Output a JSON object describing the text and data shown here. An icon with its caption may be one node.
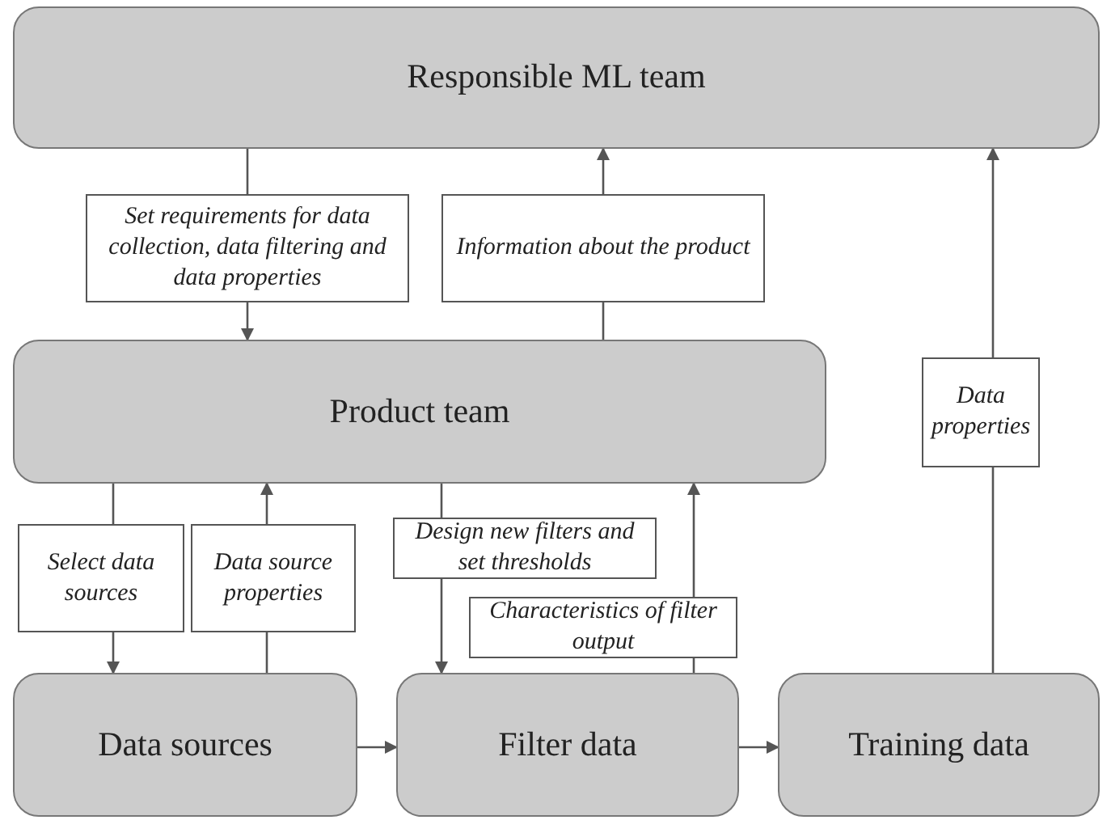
{
  "diagram": {
    "nodes": [
      {
        "text": [
          "Responsible ML team"
        ]
      },
      {
        "text": [
          "Product team"
        ]
      },
      {
        "text": [
          "Data sources"
        ]
      },
      {
        "text": [
          "Filter data"
        ]
      },
      {
        "text": [
          "Training data"
        ]
      }
    ],
    "edges": [
      {
        "from": 0,
        "to": 1,
        "arrow": "to",
        "label": "Set requirements for data collection, data filtering and data properties"
      },
      {
        "from": 1,
        "to": 0,
        "arrow": "to",
        "label": "Information about the product"
      },
      {
        "from": 4,
        "to": 0,
        "arrow": "to",
        "label": "Data properties"
      },
      {
        "from": 1,
        "to": 2,
        "arrow": "to",
        "label": "Select data sources"
      },
      {
        "from": 2,
        "to": 1,
        "arrow": "to",
        "label": "Data source properties"
      },
      {
        "from": 1,
        "to": 3,
        "arrow": "to",
        "label": "Design new filters and set thresholds"
      },
      {
        "from": 3,
        "to": 1,
        "arrow": "to",
        "label": "Characteristics of filter output"
      },
      {
        "from": 2,
        "to": 3,
        "arrow": "to"
      },
      {
        "from": 3,
        "to": 4,
        "arrow": "to"
      }
    ]
  }
}
